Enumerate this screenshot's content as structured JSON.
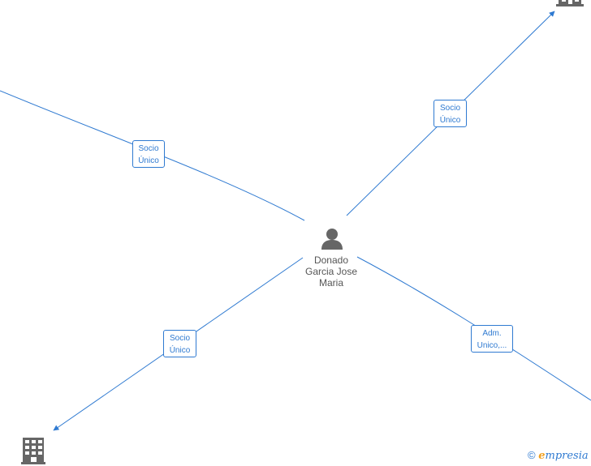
{
  "center_person": {
    "name_lines": [
      "Donado",
      "Garcia Jose",
      "Maria"
    ],
    "icon": "person-icon"
  },
  "companies": [
    {
      "icon": "building-icon"
    },
    {
      "icon": "building-icon"
    }
  ],
  "relations": [
    {
      "line1": "Socio",
      "line2": "Único"
    },
    {
      "line1": "Socio",
      "line2": "Único"
    },
    {
      "line1": "Socio",
      "line2": "Único"
    },
    {
      "line1": "Adm.",
      "line2": "Unico,..."
    }
  ],
  "footer": {
    "copyright_symbol": "©",
    "brand_initial": "e",
    "brand_rest": "mpresia"
  },
  "colors": {
    "edge": "#2f7ad1",
    "node_icon": "#666666"
  }
}
